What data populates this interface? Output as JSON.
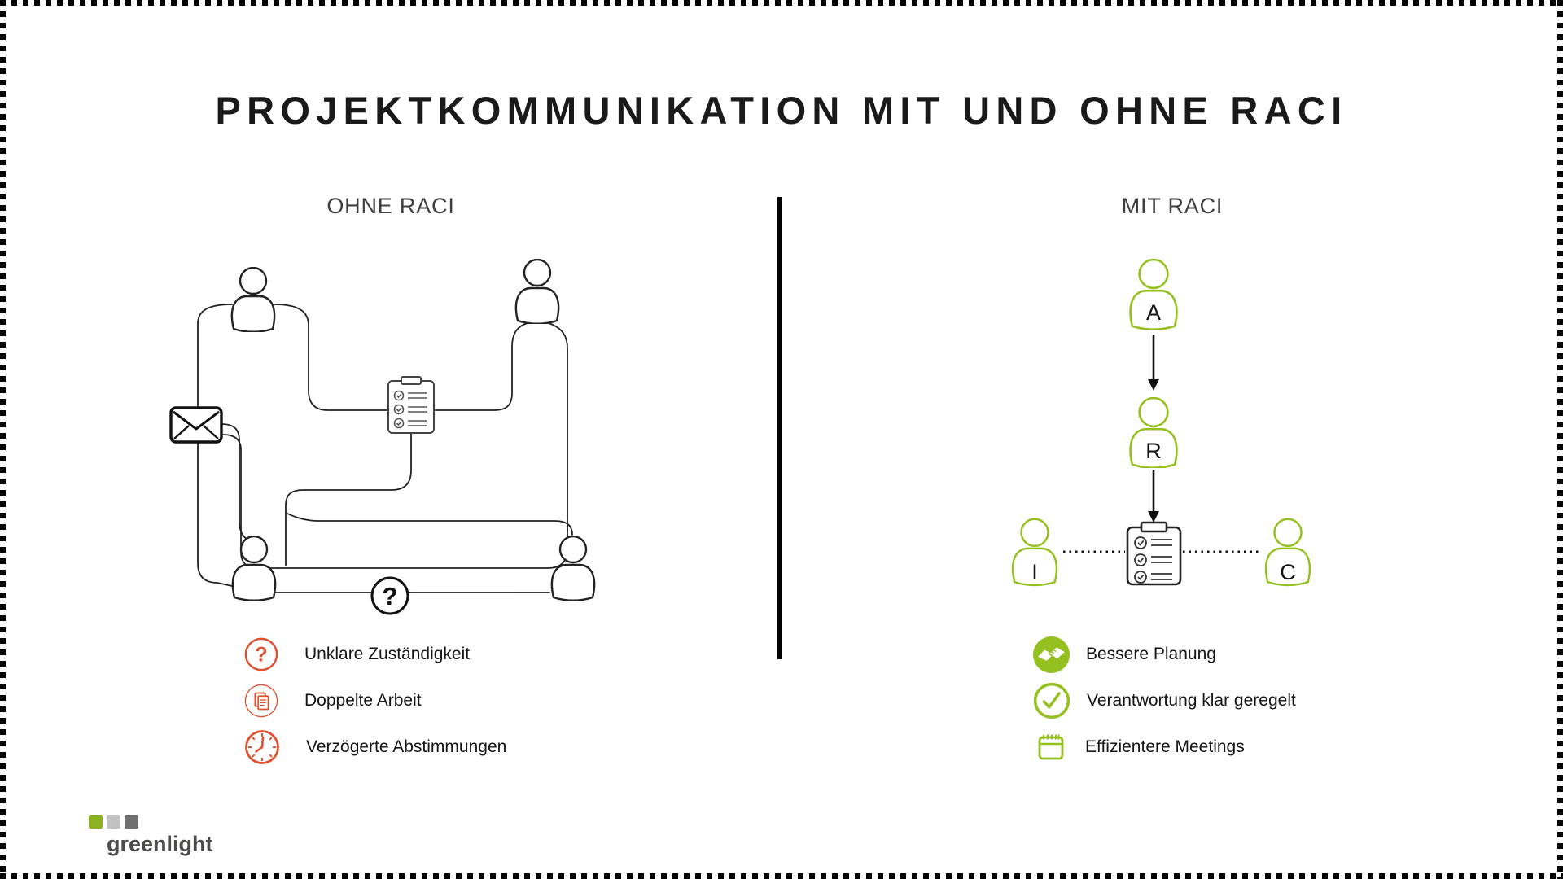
{
  "title": "PROJEKTKOMMUNIKATION MIT UND OHNE RACI",
  "colors": {
    "ink": "#1a1a1a",
    "heading_gray": "#3f3f3f",
    "orange": "#E0512F",
    "green": "#94C11F",
    "logo_green": "#8CB122",
    "logo_gray_light": "#C2C2C2",
    "logo_gray_dark": "#717171",
    "logo_text": "#4B4B49"
  },
  "left_panel": {
    "heading": "OHNE RACI",
    "question_mark": "?",
    "issues": [
      {
        "icon": "question-icon",
        "label": "Unklare Zuständigkeit"
      },
      {
        "icon": "documents-icon",
        "label": "Doppelte Arbeit"
      },
      {
        "icon": "clock-icon",
        "label": "Verzögerte Abstimmungen"
      }
    ]
  },
  "right_panel": {
    "heading": "MIT RACI",
    "roles": [
      {
        "letter": "A"
      },
      {
        "letter": "R"
      },
      {
        "letter": "I"
      },
      {
        "letter": "C"
      }
    ],
    "benefits": [
      {
        "icon": "handshake-icon",
        "label": "Bessere Planung"
      },
      {
        "icon": "check-icon",
        "label": "Verantwortung klar geregelt"
      },
      {
        "icon": "calendar-icon",
        "label": "Effizientere Meetings"
      }
    ]
  },
  "logo": {
    "text": "greenlight"
  }
}
